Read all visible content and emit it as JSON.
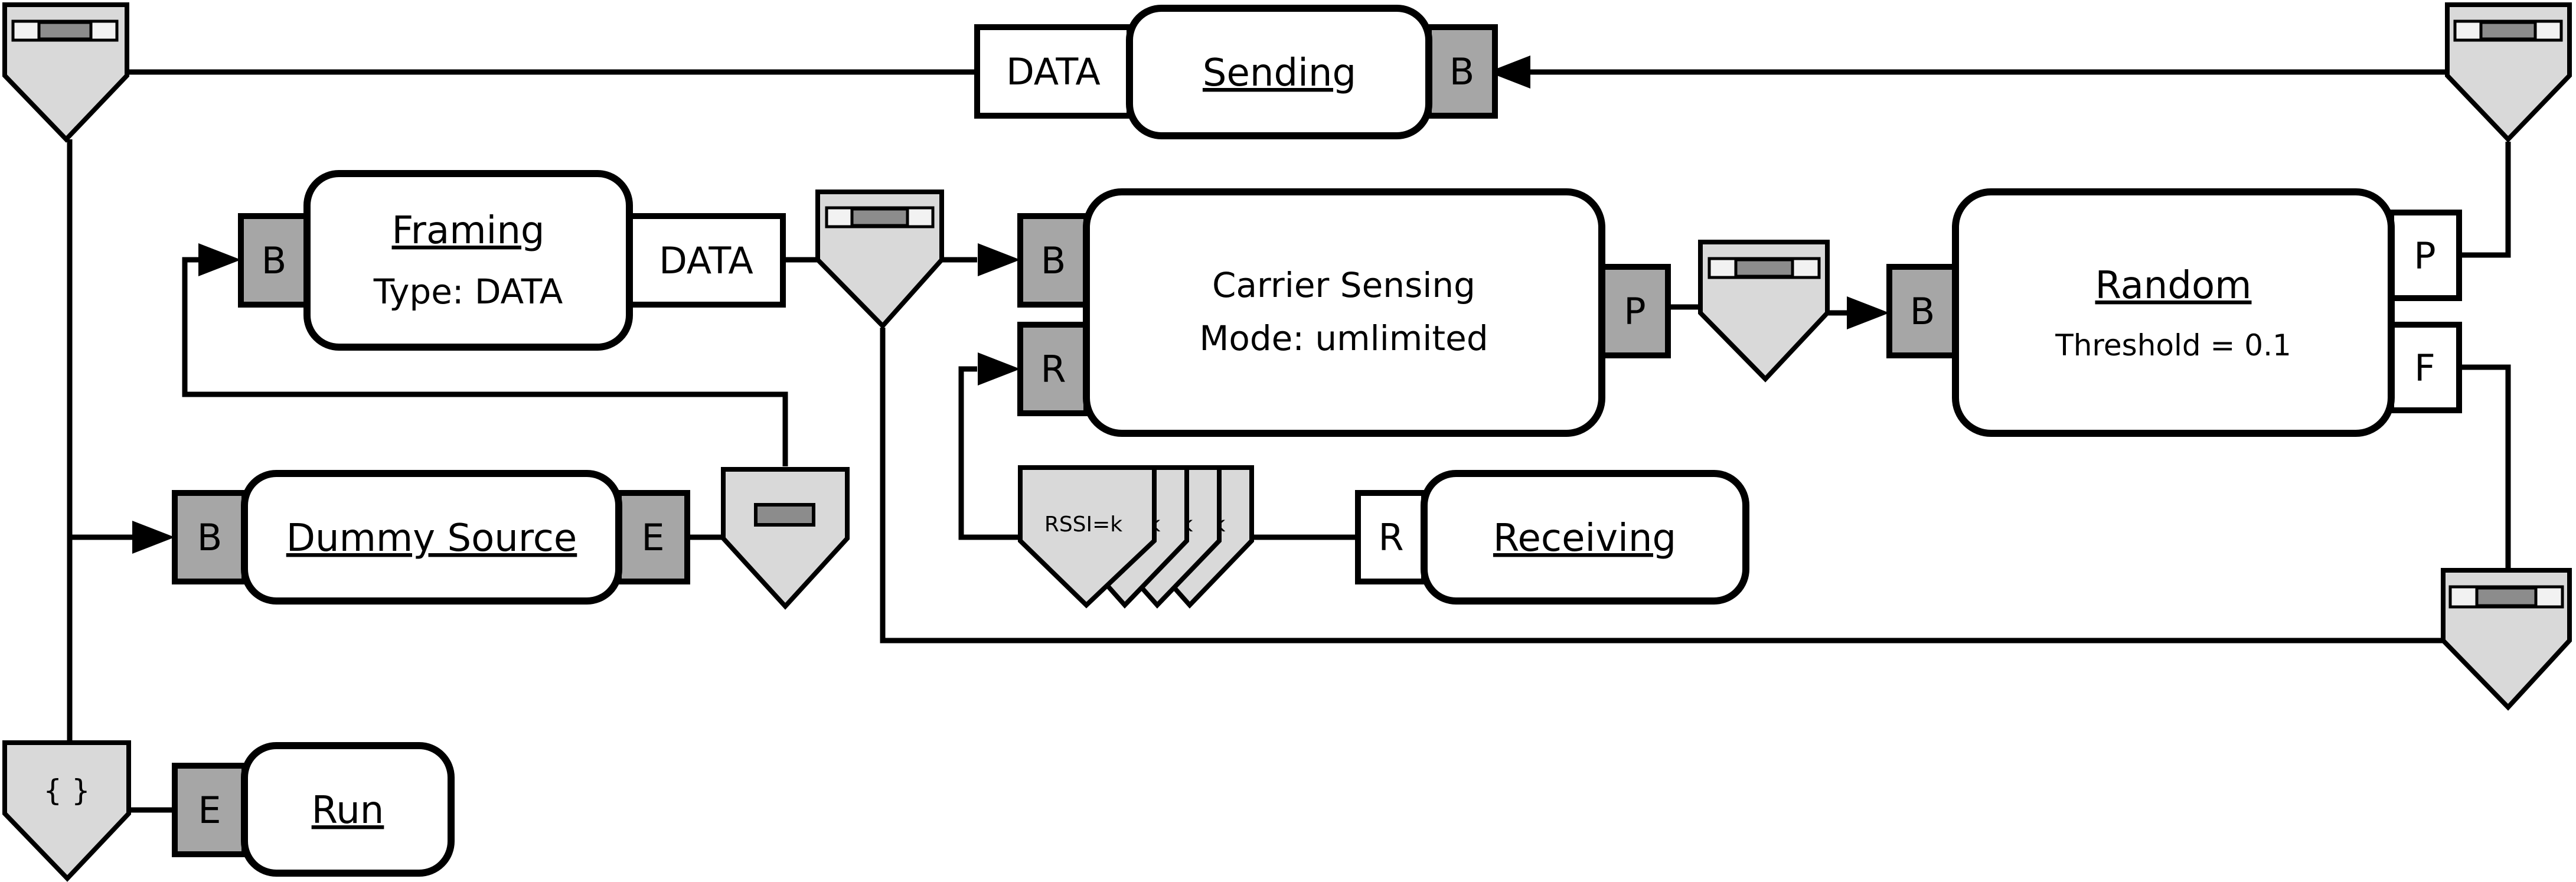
{
  "blocks": {
    "sending": {
      "title": "Sending",
      "in_port": "B",
      "out_port": "DATA"
    },
    "framing": {
      "title": "Framing",
      "subtitle": "Type: DATA",
      "in_port": "B",
      "out_port": "DATA"
    },
    "carrier_sensing": {
      "title": "Carrier Sensing",
      "subtitle": "Mode: umlimited",
      "in_port_b": "B",
      "in_port_r": "R",
      "out_port": "P"
    },
    "random": {
      "title": "Random",
      "subtitle": "Threshold = 0.1",
      "in_port": "B",
      "out_port_p": "P",
      "out_port_f": "F"
    },
    "dummy_source": {
      "title": "Dummy Source",
      "in_port": "B",
      "out_port": "E"
    },
    "receiving": {
      "title": "Receiving",
      "out_port": "R"
    },
    "run": {
      "title": "Run",
      "port": "E"
    }
  },
  "stack": {
    "label": "RSSI=k",
    "suffix_1": "k",
    "suffix_2": "k",
    "suffix_3": "k"
  },
  "run_node": {
    "label": "{ }"
  },
  "colors": {
    "port_fill": "#a6a6a6",
    "node_fill": "#d9d9d9",
    "slot_fill": "#8c8c8c",
    "stroke": "#000000"
  }
}
